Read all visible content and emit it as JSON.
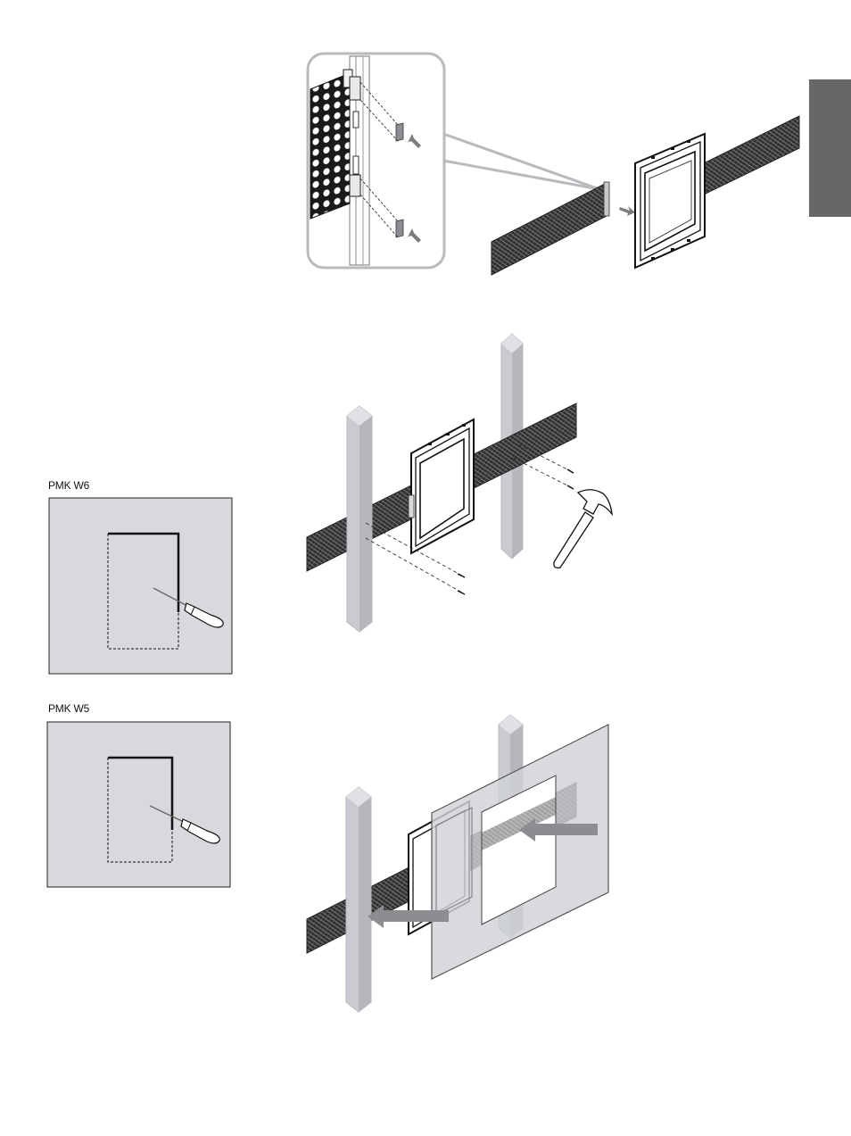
{
  "labels": {
    "pmk_w6": "PMK W6",
    "pmk_w5": "PMK W5"
  },
  "colors": {
    "side_tab": "#666769",
    "wall_panel": "#d7d9dd",
    "stud": "#c9cbd0",
    "mesh": "#3a3a3a",
    "arrow": "#7b7c80",
    "drywall": "#d0d2d6"
  },
  "icons": {
    "detail_callout": "magnifier-callout",
    "knife": "drywall-knife-icon",
    "hammer": "hammer-icon"
  }
}
